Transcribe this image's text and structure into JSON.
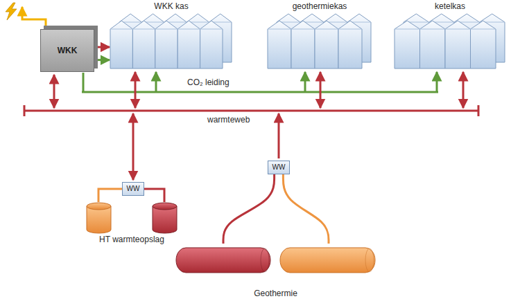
{
  "diagram": {
    "nodes": [
      {
        "text": [
          "WKK"
        ]
      },
      {
        "text": [
          "WKK kas"
        ]
      },
      {
        "text": [
          "geothermiekas"
        ]
      },
      {
        "text": [
          "ketelkas"
        ]
      },
      {
        "text": [
          "WW"
        ]
      },
      {
        "text": [
          "HT warmteopslag"
        ]
      },
      {
        "text": [
          "WW"
        ]
      },
      {
        "text": [
          "Geothermie"
        ]
      }
    ],
    "edges": [
      {
        "from": 0,
        "to": 1,
        "arrow": "to"
      },
      {
        "from": 0,
        "to": 1,
        "arrow": "to"
      },
      {
        "from": 4,
        "to": 5,
        "arrow": "none"
      },
      {
        "from": 4,
        "to": 5,
        "arrow": "none"
      },
      {
        "from": 7,
        "to": 6,
        "arrow": "none"
      },
      {
        "from": 7,
        "to": 6,
        "arrow": "none"
      }
    ],
    "labels": [
      "CO₂ leiding",
      "warmteweb"
    ]
  }
}
